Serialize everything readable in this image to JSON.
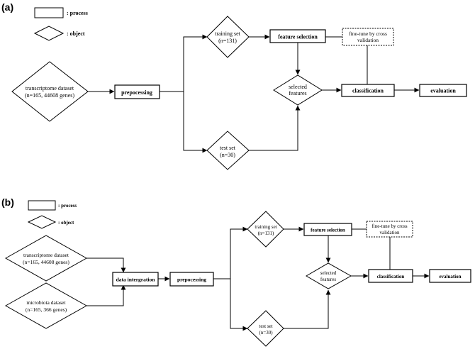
{
  "panel_a": {
    "label": "(a)",
    "legend": {
      "process": ": process",
      "object": ": object"
    },
    "transcriptome": [
      "transcriptome dataset",
      "(n=165, 44608 genes)"
    ],
    "preprocessing": "prepocessing",
    "training_set": [
      "training set",
      "(n=131)"
    ],
    "test_set": [
      "test set",
      "(n=30)"
    ],
    "feature_selection": "feature selection",
    "fine_tune": [
      "fine-tune by cross",
      "validation"
    ],
    "selected_features": [
      "selected",
      "features"
    ],
    "classification": "classification",
    "evaluation": "evaluation"
  },
  "panel_b": {
    "label": "(b)",
    "legend": {
      "process": ": process",
      "object": ": object"
    },
    "transcriptome": [
      "transcriptome dataset",
      "(n=165, 44608 genes)"
    ],
    "microbiota": [
      "microbiota dataset",
      "(n=165, 366 genes)"
    ],
    "integration": "data intergration",
    "preprocessing": "prepocessing",
    "training_set": [
      "training set",
      "(n=131)"
    ],
    "test_set": [
      "test set",
      "(n=30)"
    ],
    "feature_selection": "feature selection",
    "fine_tune": [
      "fine-tune by cross",
      "validation"
    ],
    "selected_features": [
      "selected",
      "features"
    ],
    "classification": "classification",
    "evaluation": "evaluation"
  }
}
